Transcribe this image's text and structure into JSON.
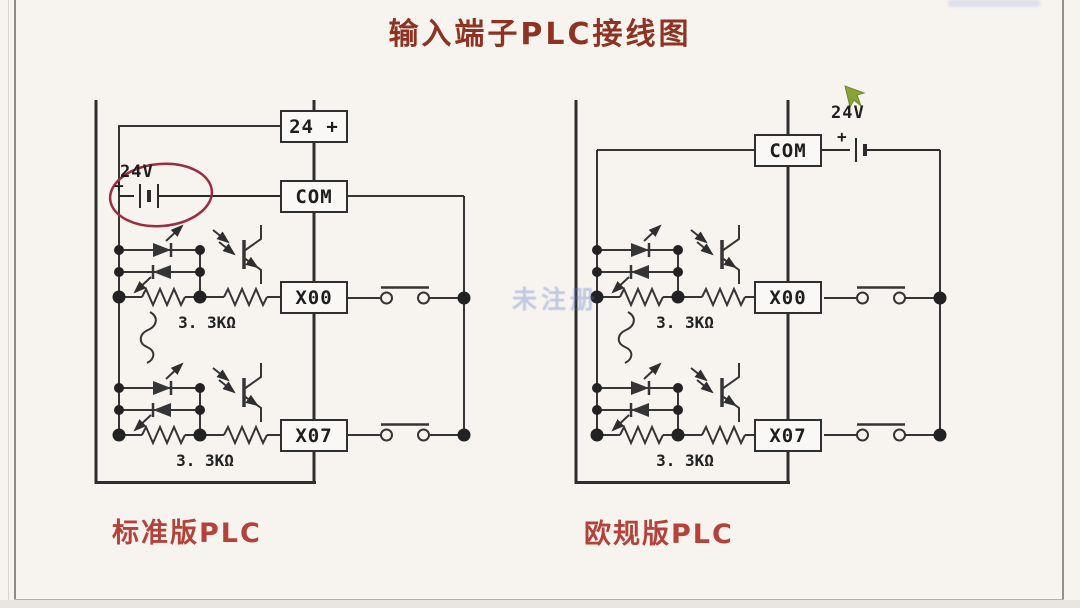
{
  "title": "输入端子PLC接线图",
  "watermark": {
    "center": "未注册"
  },
  "colors": {
    "title": "#8e3322",
    "version_label": "#b5423a",
    "highlight_ellipse": "#9b2d3f",
    "wire": "#353535",
    "cursor_green": "#87a33a",
    "watermark_blue": "#5a78c8"
  },
  "diagrams": {
    "standard": {
      "label": "标准版PLC",
      "battery": {
        "voltage": "24V",
        "polarity": "+"
      },
      "terminals": [
        {
          "id": "24plus",
          "label": "24 +"
        },
        {
          "id": "com",
          "label": "COM"
        },
        {
          "id": "x00",
          "label": "X00"
        },
        {
          "id": "x07",
          "label": "X07"
        }
      ],
      "resistors": [
        "3. 3KΩ",
        "3. 3KΩ"
      ]
    },
    "european": {
      "label": "欧规版PLC",
      "battery": {
        "voltage": "24V",
        "polarity": "+"
      },
      "terminals": [
        {
          "id": "com",
          "label": "COM"
        },
        {
          "id": "x00",
          "label": "X00"
        },
        {
          "id": "x07",
          "label": "X07"
        }
      ],
      "resistors": [
        "3. 3KΩ",
        "3. 3KΩ"
      ]
    }
  }
}
